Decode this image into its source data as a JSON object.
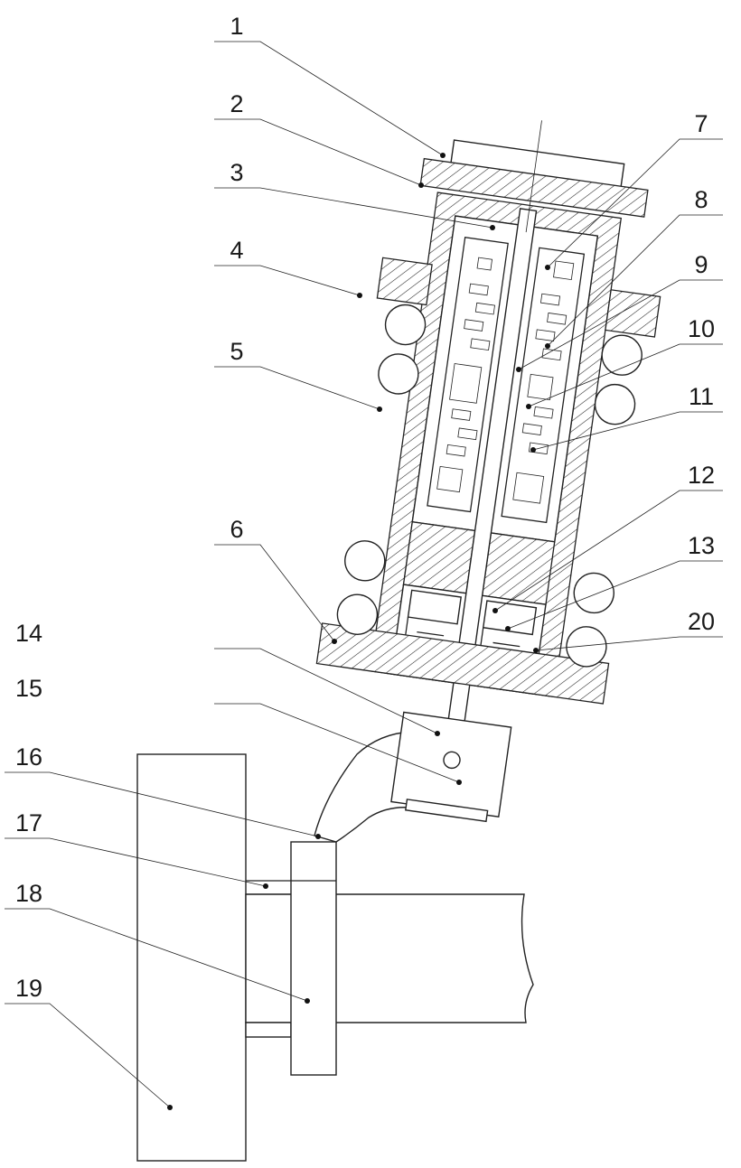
{
  "labels": [
    "1",
    "2",
    "3",
    "4",
    "5",
    "6",
    "7",
    "8",
    "9",
    "10",
    "11",
    "12",
    "13",
    "14",
    "15",
    "16",
    "17",
    "18",
    "19",
    "20"
  ],
  "colors": {
    "line": "#222222",
    "background": "#ffffff"
  }
}
